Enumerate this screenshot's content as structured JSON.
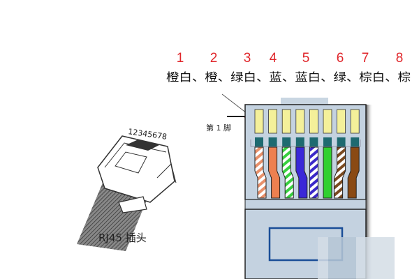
{
  "pin_numbers": [
    "1",
    "2",
    "3",
    "4",
    "5",
    "6",
    "7",
    "8"
  ],
  "color_sequence": "橙白、橙、绿白、蓝、蓝白、绿、棕白、棕",
  "pin1_label": "第 1 脚",
  "plug_pin_numbers": "12345678",
  "plug_caption": "RJ45 插头",
  "wires": [
    {
      "pin": 1,
      "name": "橙白",
      "color": "#e8906a",
      "striped": true
    },
    {
      "pin": 2,
      "name": "橙",
      "color": "#ee8050",
      "striped": false
    },
    {
      "pin": 3,
      "name": "绿白",
      "color": "#38d040",
      "striped": true
    },
    {
      "pin": 4,
      "name": "蓝",
      "color": "#3a28d8",
      "striped": false
    },
    {
      "pin": 5,
      "name": "蓝白",
      "color": "#3a28c8",
      "striped": true
    },
    {
      "pin": 6,
      "name": "绿",
      "color": "#30d030",
      "striped": false
    },
    {
      "pin": 7,
      "name": "棕白",
      "color": "#7a4a20",
      "striped": true
    },
    {
      "pin": 8,
      "name": "棕",
      "color": "#8a4a14",
      "striped": false
    }
  ],
  "colors": {
    "number_red": "#e0262b",
    "connector_body": "#c4d2e0",
    "contact_yellow": "#f4f09a",
    "contact_teal": "#1e6a70"
  }
}
